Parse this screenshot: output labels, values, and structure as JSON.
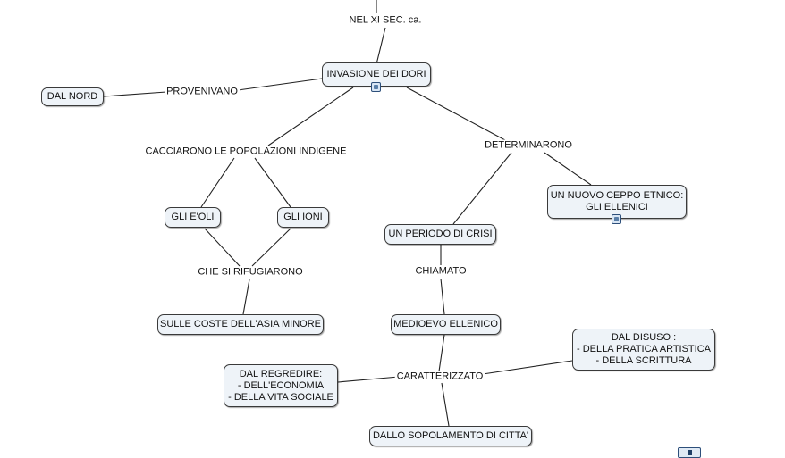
{
  "diagram": {
    "concepts": [
      {
        "id": "invasione",
        "lines": [
          "INVASIONE DEI DORI"
        ],
        "resource_icon": "image-resource-icon"
      },
      {
        "id": "nord",
        "lines": [
          "DAL NORD"
        ]
      },
      {
        "id": "eoli",
        "lines": [
          "GLI E'OLI"
        ]
      },
      {
        "id": "ioni",
        "lines": [
          "GLI IONI"
        ]
      },
      {
        "id": "coste",
        "lines": [
          "SULLE COSTE DELL'ASIA MINORE"
        ]
      },
      {
        "id": "crisi",
        "lines": [
          "UN PERIODO DI CRISI"
        ]
      },
      {
        "id": "ceppo",
        "lines": [
          "UN NUOVO CEPPO ETNICO:",
          "GLI ELLENICI"
        ],
        "resource_icon": "people-resource-icon"
      },
      {
        "id": "medioevo",
        "lines": [
          "MEDIOEVO ELLENICO"
        ]
      },
      {
        "id": "disuso",
        "lines": [
          "DAL DISUSO :",
          "- DELLA PRATICA ARTISTICA",
          "- DELLA SCRITTURA"
        ]
      },
      {
        "id": "regredire",
        "lines": [
          "DAL REGREDIRE:",
          "- DELL'ECONOMIA",
          "- DELLA VITA SOCIALE"
        ]
      },
      {
        "id": "spopolamento",
        "lines": [
          "DALLO SOPOLAMENTO DI CITTA'"
        ]
      }
    ],
    "linking_phrases": [
      {
        "id": "xisec",
        "text": "NEL XI SEC. ca."
      },
      {
        "id": "provenivano",
        "text": "PROVENIVANO"
      },
      {
        "id": "cacciarono",
        "text": "CACCIARONO LE POPOLAZIONI INDIGENE"
      },
      {
        "id": "determinarono",
        "text": "DETERMINARONO"
      },
      {
        "id": "rifugiarono",
        "text": "CHE SI RIFUGIARONO"
      },
      {
        "id": "chiamato",
        "text": "CHIAMATO"
      },
      {
        "id": "caratterizzato",
        "text": "CARATTERIZZATO"
      }
    ],
    "corner_icon": "page-indicator-icon"
  }
}
